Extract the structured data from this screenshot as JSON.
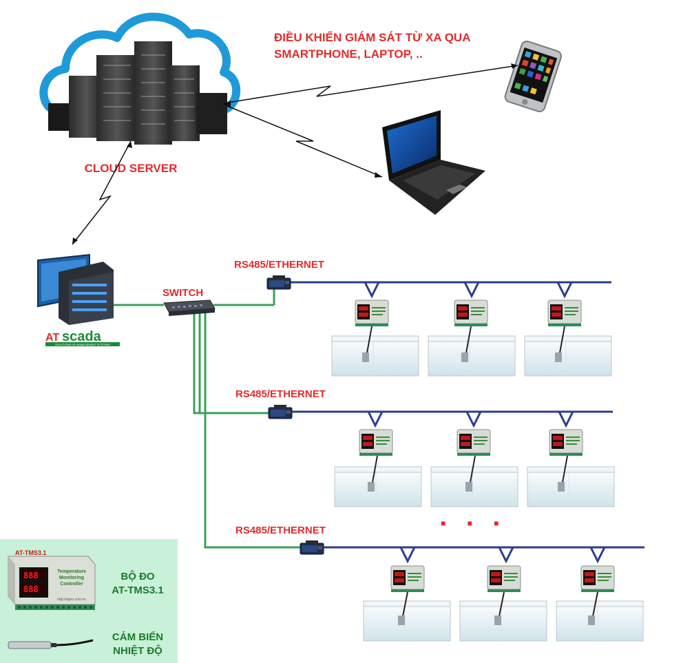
{
  "title": {
    "line1": "ĐIỀU KHIỂN GIÁM SÁT TỪ XA QUA",
    "line2": "SMARTPHONE, LAPTOP, .."
  },
  "cloud_server": {
    "label": "CLOUD SERVER"
  },
  "scada": {
    "logo_at": "AT",
    "logo_scada": "scada",
    "logo_tagline": "SOLUTIONS OF MANAGEMENT SYSTEMS"
  },
  "switch": {
    "label": "SWITCH"
  },
  "branches": [
    {
      "label": "RS485/ETHERNET"
    },
    {
      "label": "RS485/ETHERNET"
    },
    {
      "label": "RS485/ETHERNET"
    }
  ],
  "controller_device": {
    "model": "AT-TMS3.1",
    "panel_text_1": "Temperature",
    "panel_text_2": "Monitoring",
    "panel_text_3": "Controller",
    "url": "http://atpro.com.vn"
  },
  "legend": {
    "device_label_1": "BỘ ĐO",
    "device_label_2": "AT-TMS3.1",
    "sensor_label_1": "CẢM BIẾN",
    "sensor_label_2": "NHIỆT ĐỘ"
  },
  "ellipsis": "■ ■ ■",
  "colors": {
    "label_red": "#e32b2b",
    "ethernet_green": "#3aa05a",
    "rs485_blue": "#2c3c8c",
    "cloud_blue": "#1e9ad8",
    "legend_bg": "#c9f0d8",
    "legend_text_green": "#1a7a2e"
  }
}
